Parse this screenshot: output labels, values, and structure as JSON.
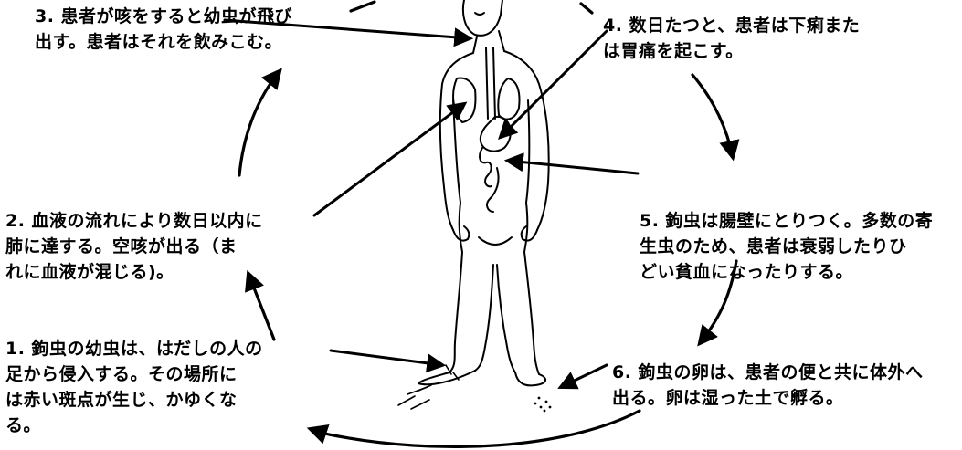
{
  "steps": [
    {
      "lines": [
        "1. 鉤虫の幼虫は、はだしの人の",
        "足から侵入する。その場所に",
        "は赤い斑点が生じ、かゆくな",
        "る。"
      ]
    },
    {
      "lines": [
        "2. 血液の流れにより数日以内に",
        "肺に達する。空咳が出る（ま",
        "れに血液が混じる)。"
      ]
    },
    {
      "lines": [
        "3. 患者が咳をすると幼虫が飛び",
        "出す。患者はそれを飲みこむ。"
      ]
    },
    {
      "lines": [
        "4. 数日たつと、患者は下痢また",
        "は胃痛を起こす。"
      ]
    },
    {
      "lines": [
        "5. 鉤虫は腸壁にとりつく。多数の寄",
        "生虫のため、患者は衰弱したりひ",
        "どい貧血になったりする。"
      ]
    },
    {
      "lines": [
        "6. 鉤虫の卵は、患者の便と共に体外へ",
        "出る。卵は湿った土で孵る。"
      ]
    }
  ]
}
